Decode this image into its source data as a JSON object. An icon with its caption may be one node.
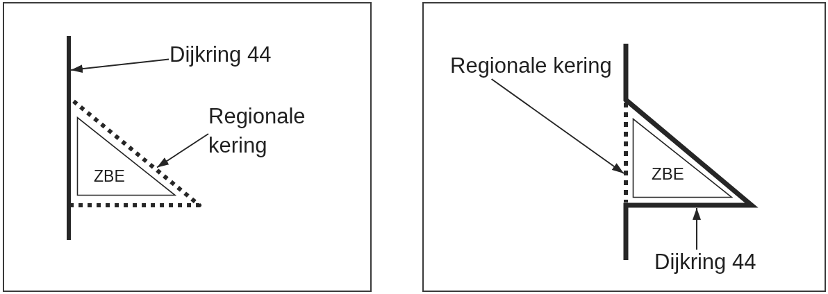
{
  "diagram": {
    "nodes": [
      {
        "text": [],
        "shape": "box"
      },
      {
        "text": [
          "Dijkring 44"
        ],
        "in": 0
      },
      {
        "text": [],
        "shape": "line",
        "in": 0
      },
      {
        "text": [
          "Regionale kering"
        ],
        "in": 0
      },
      {
        "text": [],
        "shape": "line",
        "in": 0
      },
      {
        "text": [
          "ZBE"
        ],
        "in": 4
      },
      {
        "text": [],
        "shape": "box"
      },
      {
        "text": [
          "Regionale kering"
        ],
        "in": 6
      },
      {
        "text": [],
        "shape": "line",
        "in": 9
      },
      {
        "text": [],
        "shape": "line",
        "in": 6
      },
      {
        "text": [
          "ZBE"
        ],
        "in": 9
      },
      {
        "text": [
          "Dijkring 44"
        ],
        "in": 6
      }
    ],
    "edges": [
      {
        "from": 1,
        "to": 2,
        "arrow": "to"
      },
      {
        "from": 3,
        "to": 4,
        "arrow": "to"
      },
      {
        "from": 7,
        "to": 8,
        "arrow": "to"
      },
      {
        "from": 11,
        "to": 9,
        "arrow": "to"
      }
    ]
  }
}
